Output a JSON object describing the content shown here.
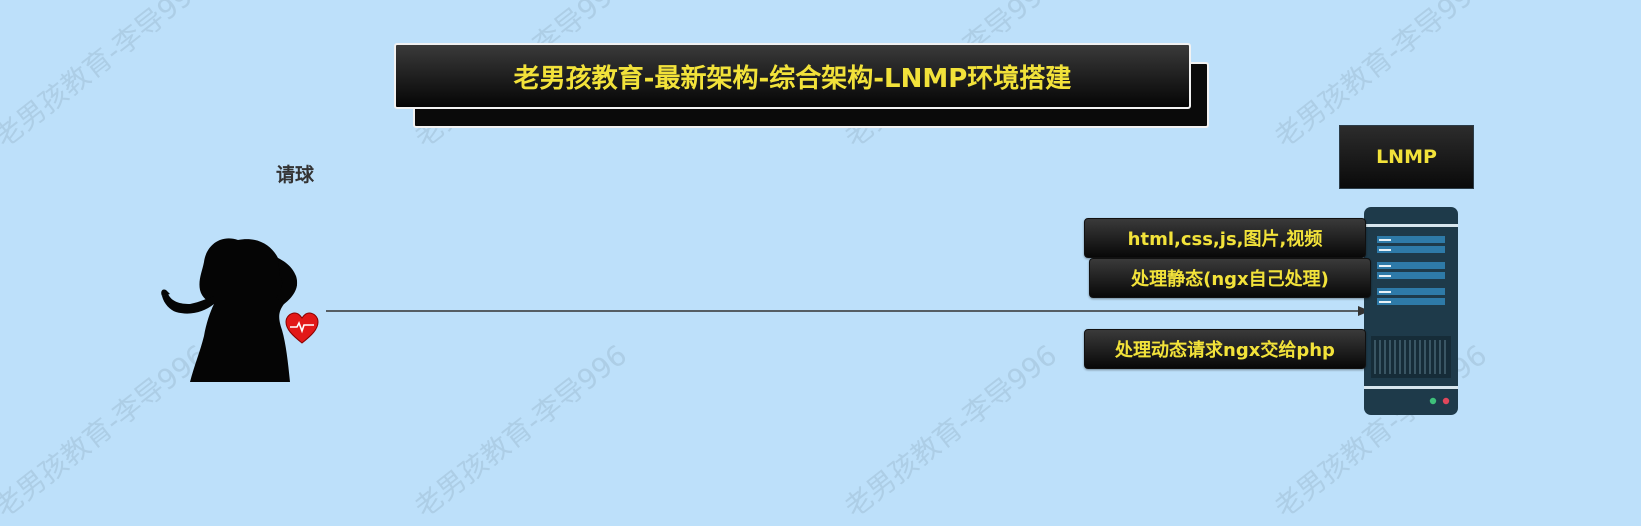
{
  "title": "老男孩教育-最新架构-综合架构-LNMP环境搭建",
  "request_label": "请球",
  "server_label": "LNMP",
  "labels": {
    "static_types": "html,css,js,图片,视频",
    "static_handling": "处理静态(ngx自己处理)",
    "dynamic_handling": "处理动态请求ngx交给php"
  },
  "watermark": "老男孩教育-李导996",
  "colors": {
    "background": "#bde0fa",
    "label_text": "#f2e23a",
    "server_body": "#1e3a4a",
    "server_bar": "#2e7aa8"
  },
  "icons": [
    "woman-silhouette-icon",
    "heart-icon",
    "server-icon",
    "arrow-right-icon"
  ]
}
